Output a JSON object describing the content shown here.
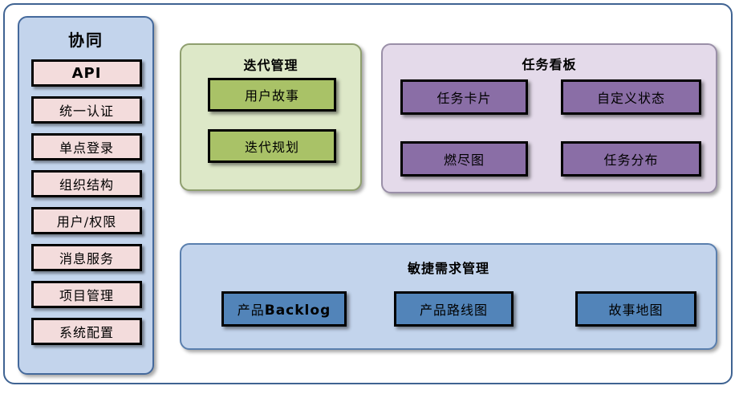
{
  "diagram": {
    "title_hidden": "",
    "colors": {
      "frame_border": "#3f6392",
      "sidebar_bg": "#c3d4ec",
      "sidebar_border": "#44699c",
      "sidebar_item_bg": "#f3dcdc",
      "iteration_bg": "#dde8c8",
      "iteration_border": "#8f9f6f",
      "iteration_item_bg": "#a9c267",
      "taskboard_bg": "#e4daea",
      "taskboard_border": "#9a8fa8",
      "taskboard_item_bg": "#8a6ea6",
      "agile_bg": "#c3d4ec",
      "agile_border": "#5a7fae",
      "agile_item_bg": "#5284b9",
      "item_border": "#000000"
    }
  },
  "sidebar": {
    "title": "协同",
    "items": [
      {
        "label": "API",
        "emphasis": "bold"
      },
      {
        "label": "统一认证",
        "emphasis": "normal"
      },
      {
        "label": "单点登录",
        "emphasis": "normal"
      },
      {
        "label": "组织结构",
        "emphasis": "normal"
      },
      {
        "label": "用户/权限",
        "emphasis": "normal"
      },
      {
        "label": "消息服务",
        "emphasis": "normal"
      },
      {
        "label": "项目管理",
        "emphasis": "normal"
      },
      {
        "label": "系统配置",
        "emphasis": "normal"
      }
    ]
  },
  "iteration": {
    "title": "迭代管理",
    "items": [
      {
        "label": "用户故事"
      },
      {
        "label": "迭代规划"
      }
    ]
  },
  "taskboard": {
    "title": "任务看板",
    "items": [
      {
        "label": "任务卡片"
      },
      {
        "label": "自定义状态"
      },
      {
        "label": "燃尽图"
      },
      {
        "label": "任务分布"
      }
    ]
  },
  "agile": {
    "title": "敏捷需求管理",
    "items": [
      {
        "label_cn": "产品",
        "label_latin": "Backlog"
      },
      {
        "label_cn": "产品路线图",
        "label_latin": ""
      },
      {
        "label_cn": "故事地图",
        "label_latin": ""
      }
    ]
  }
}
